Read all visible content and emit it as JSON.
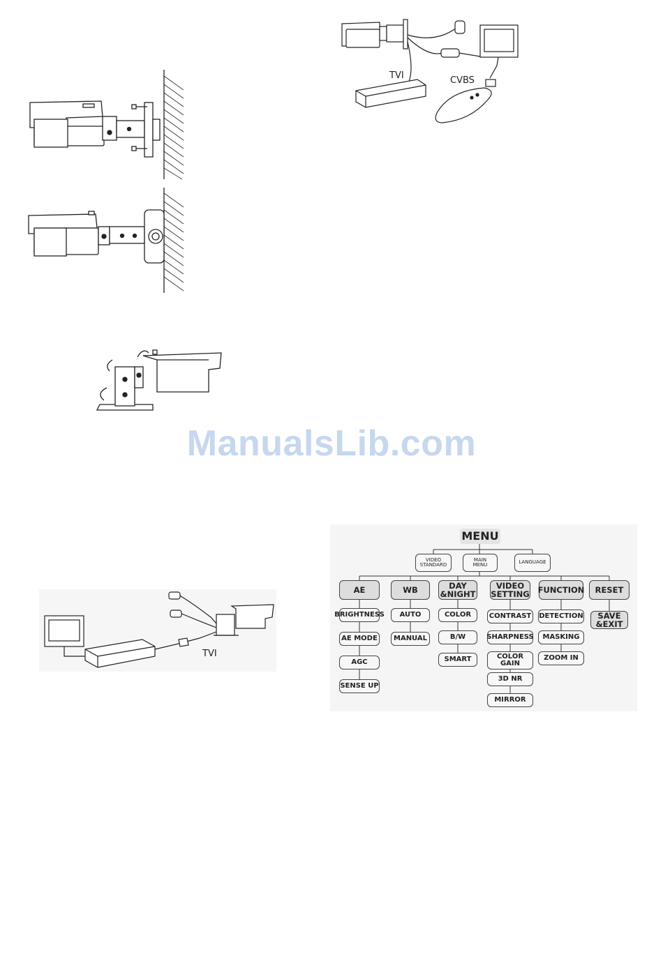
{
  "labels": {
    "tvi_top": "TVI",
    "cvbs": "CVBS",
    "tvi_bottom": "TVI"
  },
  "watermark": "ManualsLib.com",
  "menu": {
    "root": "MENU",
    "level1": [
      "VIDEO\nSTANDARD",
      "MAIN\nMENU",
      "LANGUAGE"
    ],
    "ae": {
      "title": "AE",
      "items": [
        "BRIGHTNESS",
        "AE MODE",
        "AGC",
        "SENSE UP"
      ]
    },
    "wb": {
      "title": "WB",
      "items": [
        "AUTO",
        "MANUAL"
      ]
    },
    "daynight": {
      "title": "DAY\n&NIGHT",
      "items": [
        "COLOR",
        "B/W",
        "SMART"
      ]
    },
    "video_setting": {
      "title": "VIDEO\nSETTING",
      "items": [
        "CONTRAST",
        "SHARPNESS",
        "COLOR\nGAIN",
        "3D NR",
        "MIRROR"
      ]
    },
    "function": {
      "title": "FUNCTION",
      "items": [
        "DETECTION",
        "MASKING",
        "ZOOM IN"
      ]
    },
    "reset": {
      "title": "RESET",
      "items": [
        "SAVE\n&EXIT"
      ]
    }
  },
  "colors": {
    "watermark": "#c6d7ee",
    "line": "#333333"
  }
}
